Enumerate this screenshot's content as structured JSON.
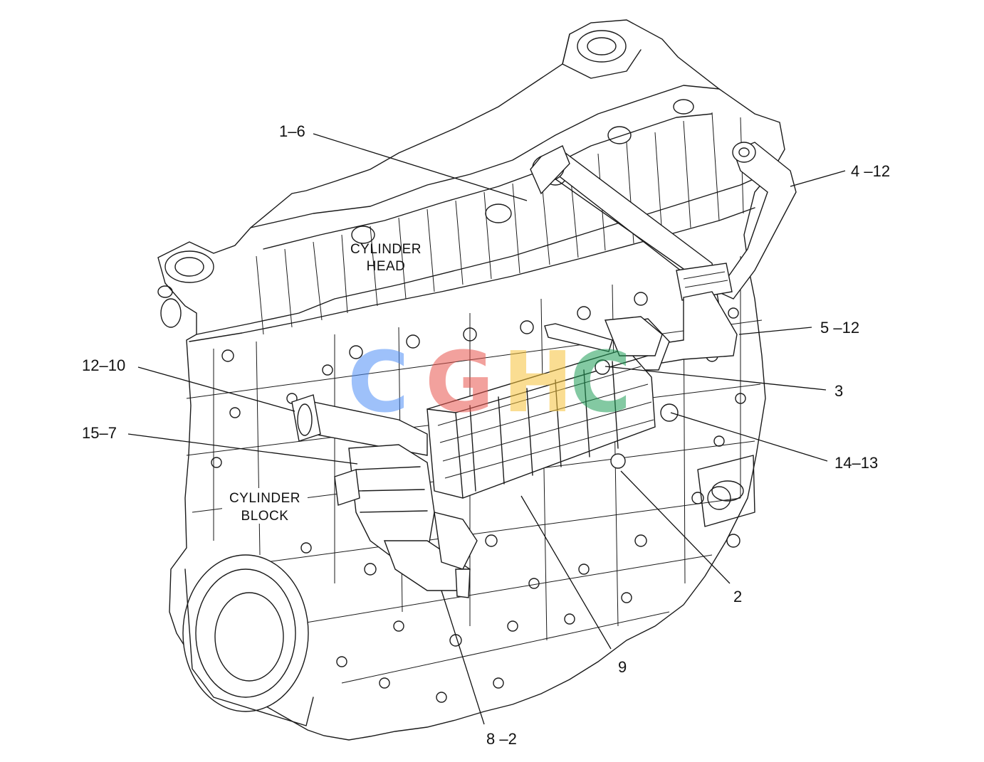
{
  "regions": {
    "head_line1": "CYLINDER",
    "head_line2": "HEAD",
    "block_line1": "CYLINDER",
    "block_line2": "BLOCK"
  },
  "callouts": [
    {
      "id": "c-1-6",
      "label": "1–6"
    },
    {
      "id": "c-4-12",
      "label": "4 –12"
    },
    {
      "id": "c-5-12",
      "label": "5 –12"
    },
    {
      "id": "c-3",
      "label": "3"
    },
    {
      "id": "c-14-13",
      "label": "14–13"
    },
    {
      "id": "c-12-10",
      "label": "12–10"
    },
    {
      "id": "c-15-7",
      "label": "15–7"
    },
    {
      "id": "c-2",
      "label": "2"
    },
    {
      "id": "c-9",
      "label": "9"
    },
    {
      "id": "c-8-2",
      "label": "8 –2"
    }
  ],
  "watermark": {
    "letters": [
      "C",
      "G",
      "H",
      "C"
    ],
    "colors": [
      "#4f8ff7",
      "#e8554e",
      "#f6c33a",
      "#1f9d57"
    ]
  }
}
